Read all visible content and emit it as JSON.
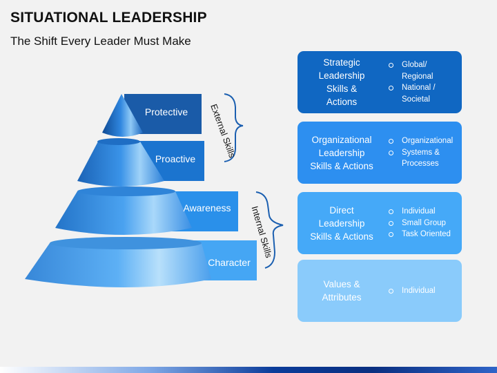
{
  "title": "SITUATIONAL LEADERSHIP",
  "subtitle": "The Shift Every Leader Must Make",
  "pyramid": {
    "levels": [
      {
        "label": "Protective",
        "color": "#1a5ba8"
      },
      {
        "label": "Proactive",
        "color": "#1b74cf"
      },
      {
        "label": "Awareness",
        "color": "#2a90ea"
      },
      {
        "label": "Character",
        "color": "#45a6f4"
      }
    ],
    "external_label": "External Skills",
    "internal_label": "Internal Skills"
  },
  "cards": [
    {
      "title": [
        "Strategic",
        "Leadership",
        "Skills &",
        "Actions"
      ],
      "items": [
        "Global/",
        "Regional",
        "National /",
        "Societal"
      ],
      "bullets": [
        0,
        2
      ],
      "color": "#1067c2"
    },
    {
      "title": [
        "Organizational",
        "Leadership",
        "Skills & Actions"
      ],
      "items": [
        "Organizational",
        "Systems &",
        "Processes"
      ],
      "bullets": [
        0,
        1
      ],
      "color": "#2d8ff0"
    },
    {
      "title": [
        "Direct",
        "Leadership",
        "Skills & Actions"
      ],
      "items": [
        "Individual",
        "Small Group",
        "Task Oriented"
      ],
      "bullets": [
        0,
        1,
        2
      ],
      "color": "#45a9f8"
    },
    {
      "title": [
        "Values &",
        "Attributes"
      ],
      "items": [
        "Individual"
      ],
      "bullets": [
        0
      ],
      "color": "#8acbfb"
    }
  ]
}
